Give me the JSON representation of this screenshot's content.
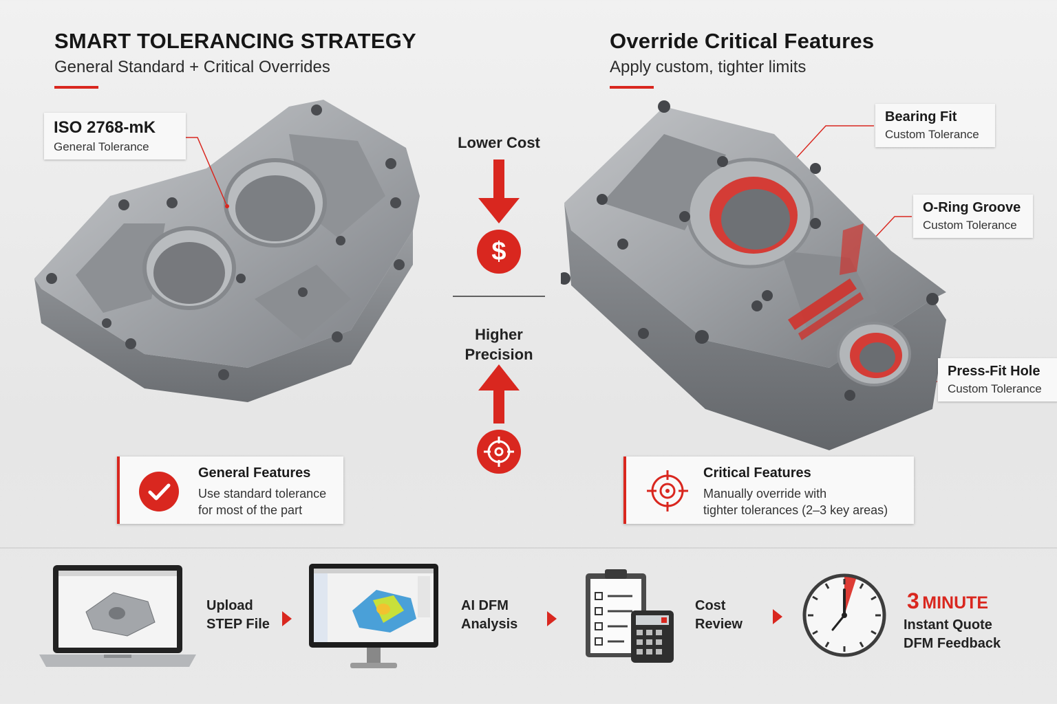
{
  "left": {
    "title": "SMART TOLERANCING STRATEGY",
    "subtitle": "General Standard + Critical Overrides",
    "standard_label": {
      "title": "ISO 2768-mK",
      "subtitle": "General Tolerance"
    },
    "feature_card": {
      "title": "General Features",
      "line1": "Use standard tolerance",
      "line2": "for most of the part"
    }
  },
  "middle": {
    "top_label": "Lower Cost",
    "bottom_label_line1": "Higher",
    "bottom_label_line2": "Precision",
    "dollar_symbol": "$"
  },
  "right": {
    "title": "Override Critical Features",
    "subtitle": "Apply custom, tighter limits",
    "callouts": [
      {
        "title": "Bearing Fit",
        "subtitle": "Custom Tolerance"
      },
      {
        "title": "O-Ring Groove",
        "subtitle": "Custom Tolerance"
      },
      {
        "title": "Press-Fit Hole",
        "subtitle": "Custom Tolerance"
      }
    ],
    "feature_card": {
      "title": "Critical Features",
      "line1": "Manually override with",
      "line2": "tighter tolerances (2–3 key areas)"
    }
  },
  "workflow": {
    "steps": [
      {
        "line1": "Upload",
        "line2": "STEP File",
        "icon": "laptop-icon"
      },
      {
        "line1": "AI DFM",
        "line2": "Analysis",
        "icon": "monitor-icon"
      },
      {
        "line1": "Cost",
        "line2": "Review",
        "icon": "clipboard-calculator-icon"
      }
    ],
    "final": {
      "number": "3",
      "unit": "MINUTE",
      "line1": "Instant Quote",
      "line2": "DFM Feedback",
      "icon": "clock-icon"
    }
  },
  "colors": {
    "accent": "#d9271f",
    "metal": "#a9acb0",
    "background": "#ececec"
  }
}
